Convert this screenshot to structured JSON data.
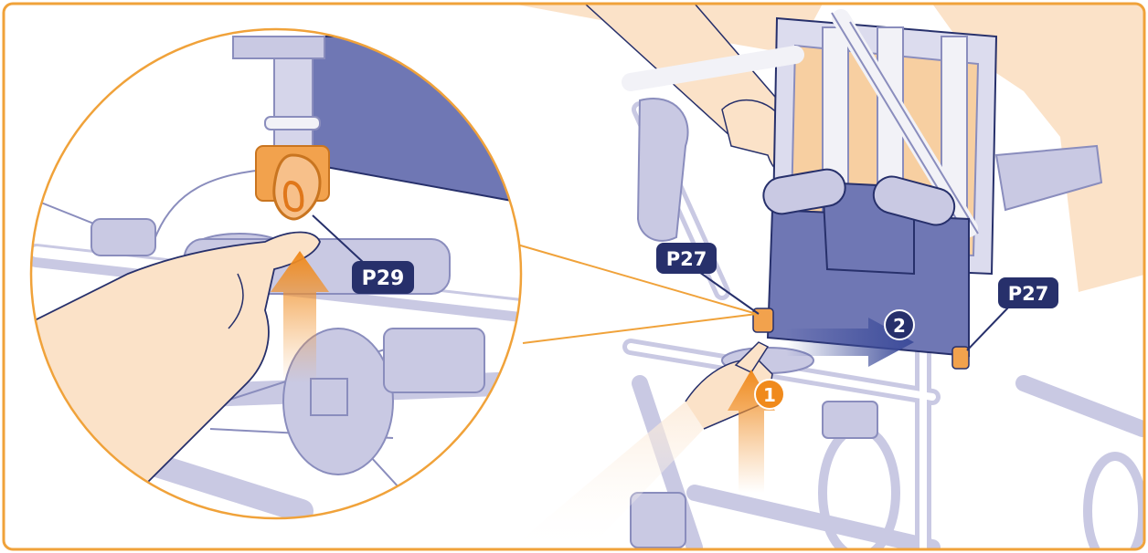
{
  "illustration": {
    "labels": {
      "zoom_callout": "P29",
      "left_part": "P27",
      "right_part": "P27"
    },
    "steps": {
      "step_one": "1",
      "step_two": "2"
    },
    "colors": {
      "frame_orange": "#f0a23a",
      "label_navy": "#27306b",
      "seat_blue": "#6f77b4",
      "frame_lavender": "#c9c9e3",
      "frame_white": "#f2f2f7",
      "skin": "#fbe2c8",
      "pad_peach": "#f7cfa1",
      "clip_orange": "#f2a24d"
    }
  }
}
